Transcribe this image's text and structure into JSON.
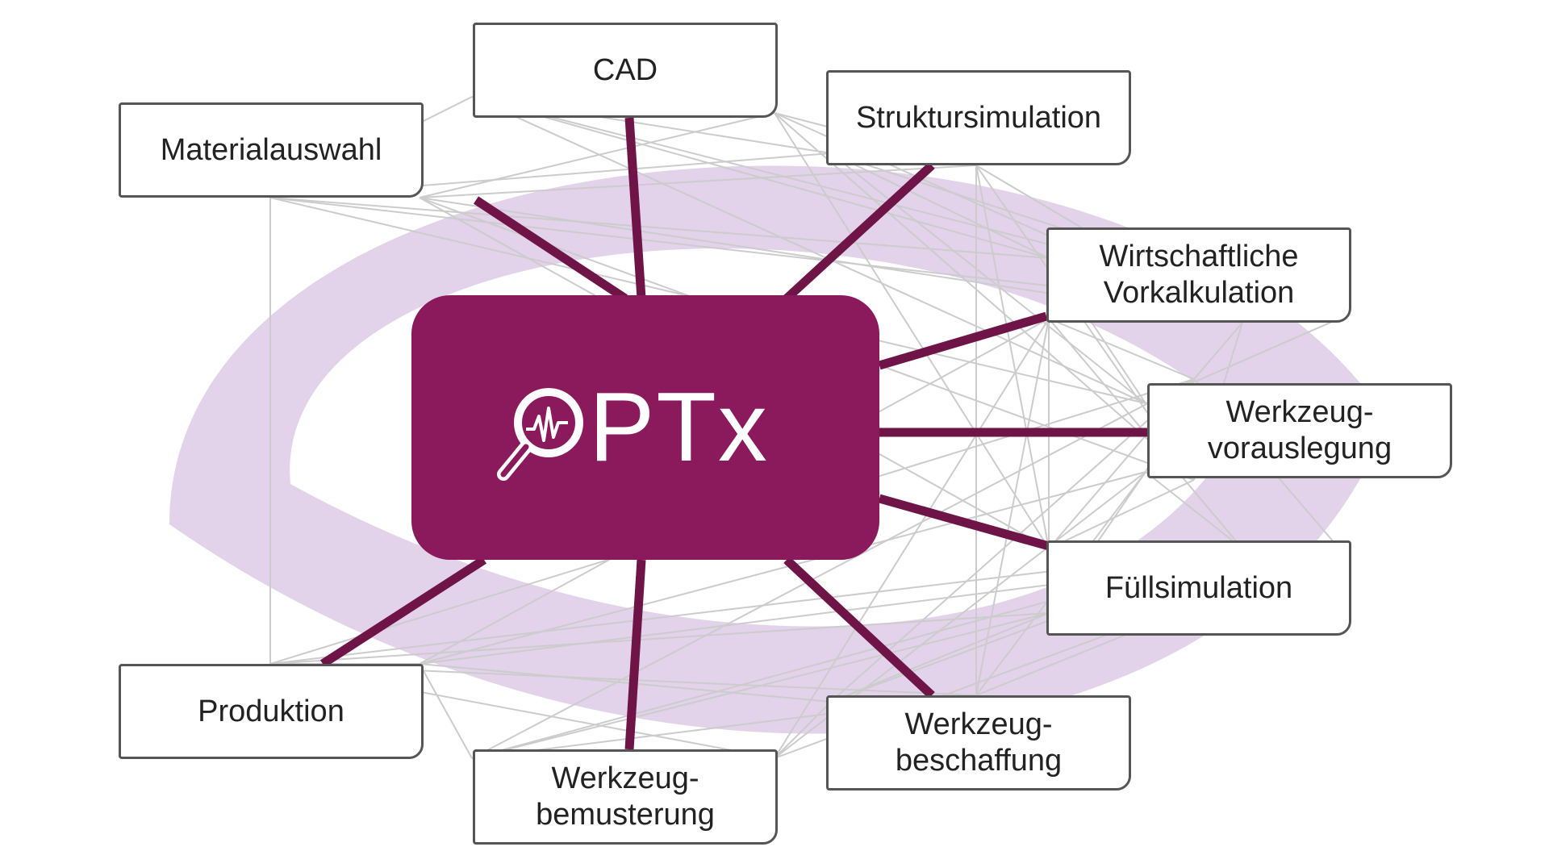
{
  "colors": {
    "hub": "#8a1a5b",
    "spoke": "#6e1447",
    "ring": "#e2d2ea",
    "mesh": "#cccccc",
    "border": "#555555"
  },
  "hub": {
    "label_suffix": "PTx",
    "logo": "magnifier-waveform-icon"
  },
  "nodes": {
    "cad": {
      "lines": [
        "CAD"
      ]
    },
    "materialauswahl": {
      "lines": [
        "Materialauswahl"
      ]
    },
    "struktursimulation": {
      "lines": [
        "Struktursimulation"
      ]
    },
    "vorkalkulation": {
      "lines": [
        "Wirtschaftliche",
        "Vorkalkulation"
      ]
    },
    "vorauslegung": {
      "lines": [
        "Werkzeug-",
        "vorauslegung"
      ]
    },
    "fuellsimulation": {
      "lines": [
        "Füllsimulation"
      ]
    },
    "beschaffung": {
      "lines": [
        "Werkzeug-",
        "beschaffung"
      ]
    },
    "bemusterung": {
      "lines": [
        "Werkzeug-",
        "bemusterung"
      ]
    },
    "produktion": {
      "lines": [
        "Produktion"
      ]
    }
  }
}
